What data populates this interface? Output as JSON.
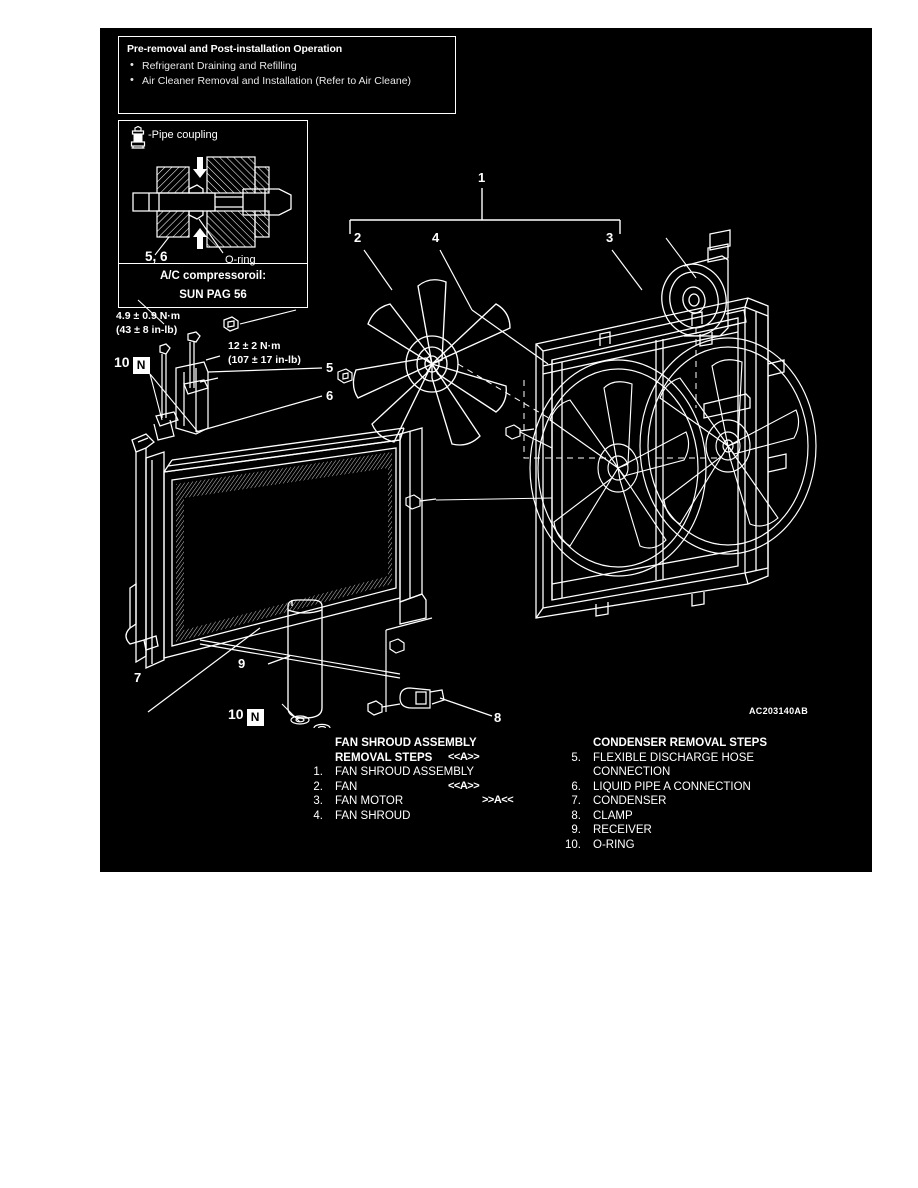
{
  "document": {
    "diagram_id": "AC203140AB"
  },
  "prenote": {
    "title": "Pre-removal and Post-installation Operation",
    "items": [
      "Refrigerant Draining and Refilling",
      "Air Cleaner Removal and Installation (Refer to Air Cleane)"
    ]
  },
  "coupling_box": {
    "legend": "-Pipe coupling",
    "label_56": "5, 6",
    "label_oring": "O-ring",
    "oil_line1": "A/C compressoroil:",
    "oil_line2": "SUN PAG 56"
  },
  "torque": {
    "a_nm": "4.9 ± 0.9 N·m",
    "a_inlb": "(43 ± 8 in-lb)",
    "b_nm": "12 ± 2 N·m",
    "b_inlb": "(107 ± 17 in-lb)"
  },
  "badges": {
    "n_symbol": "N",
    "badge1_number": "10",
    "badge2_number": "10"
  },
  "callouts": [
    {
      "id": "1",
      "label": "1"
    },
    {
      "id": "2",
      "label": "2"
    },
    {
      "id": "3",
      "label": "3"
    },
    {
      "id": "4",
      "label": "4"
    },
    {
      "id": "5",
      "label": "5"
    },
    {
      "id": "6",
      "label": "6"
    },
    {
      "id": "7",
      "label": "7"
    },
    {
      "id": "8",
      "label": "8"
    },
    {
      "id": "9",
      "label": "9"
    }
  ],
  "lists": {
    "left": {
      "head1": "FAN SHROUD ASSEMBLY",
      "head2": "REMOVAL STEPS",
      "rows": [
        {
          "num": "1.",
          "text": "FAN SHROUD ASSEMBLY"
        },
        {
          "num": "2.",
          "text": "FAN"
        },
        {
          "num": "3.",
          "text": "FAN MOTOR"
        },
        {
          "num": "4.",
          "text": "FAN SHROUD"
        }
      ]
    },
    "right": {
      "head": "CONDENSER REMOVAL STEPS",
      "rows": [
        {
          "num": "5.",
          "text": "FLEXIBLE DISCHARGE HOSE",
          "cont": "CONNECTION"
        },
        {
          "num": "6.",
          "text": "LIQUID PIPE A CONNECTION",
          "cont": ""
        },
        {
          "num": "7.",
          "text": "CONDENSER",
          "cont": ""
        },
        {
          "num": "8.",
          "text": "CLAMP",
          "cont": ""
        },
        {
          "num": "9.",
          "text": "RECEIVER",
          "cont": ""
        },
        {
          "num": "10.",
          "text": "O-RING",
          "cont": ""
        }
      ]
    },
    "markers": {
      "m1": "<<A>>",
      "m2": "<<A>>",
      "m3": ">>A<<"
    }
  },
  "colors": {
    "panel_background": "#000000",
    "line": "#ffffff",
    "page_background": "#ffffff"
  }
}
